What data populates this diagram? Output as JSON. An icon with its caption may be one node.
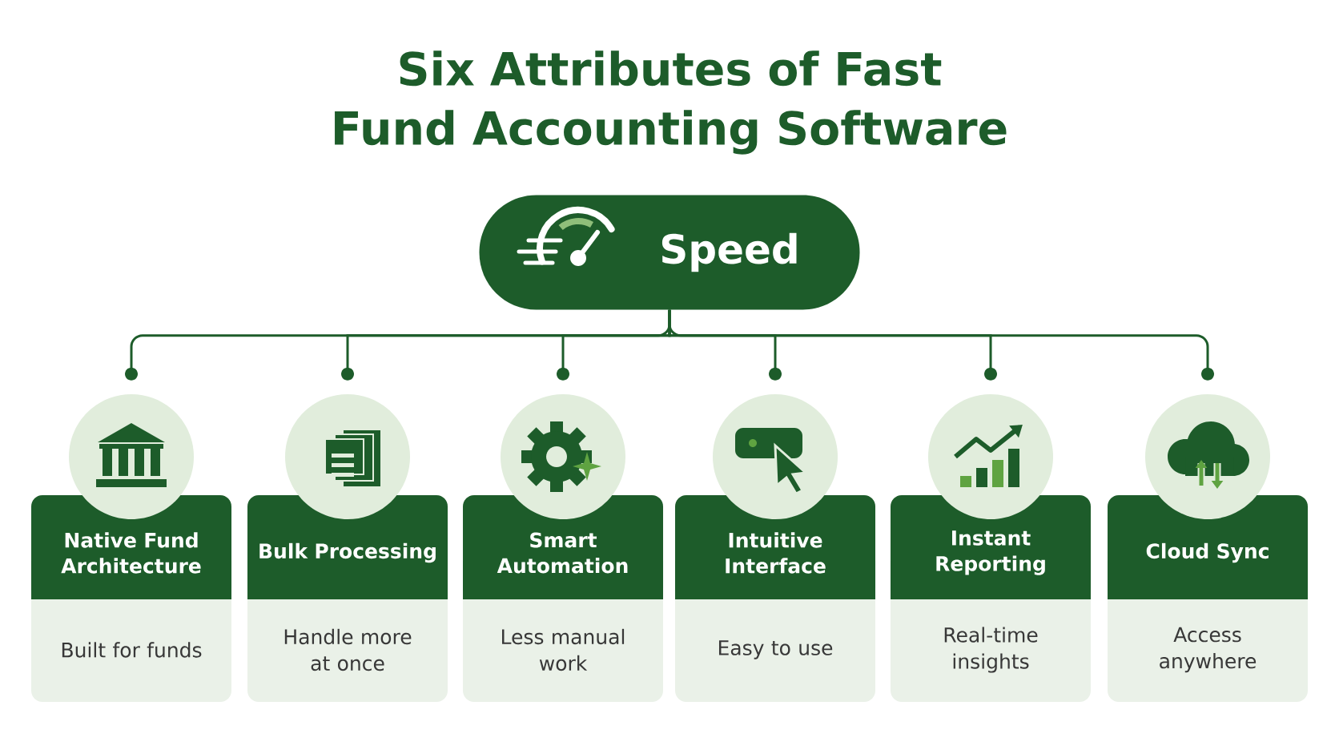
{
  "diagram": {
    "title": "Six Attributes of Fast Fund Accounting Software",
    "nodes": [
      {
        "text": [
          "Speed"
        ]
      },
      {
        "text": [],
        "shape": "circle"
      },
      {
        "text": [],
        "shape": "circle"
      },
      {
        "text": [],
        "shape": "circle"
      },
      {
        "text": [],
        "shape": "circle"
      },
      {
        "text": [],
        "shape": "circle"
      },
      {
        "text": [],
        "shape": "circle"
      },
      {
        "text": [
          "Native Fund Architecture",
          "Built for funds"
        ]
      },
      {
        "text": [
          "Bulk Processing",
          "Handle more at once"
        ]
      },
      {
        "text": [
          "Smart Automation",
          "Less manual work"
        ]
      },
      {
        "text": [
          "Intuitive Interface",
          "Easy to use"
        ]
      },
      {
        "text": [
          "Instant Reporting",
          "Real-time insights"
        ]
      },
      {
        "text": [
          "Cloud Sync",
          "Access anywhere"
        ]
      }
    ],
    "edges": [
      {
        "from": 0,
        "to": 1,
        "arrow": "other"
      },
      {
        "from": 0,
        "to": 2,
        "arrow": "other"
      },
      {
        "from": 0,
        "to": 3,
        "arrow": "other"
      },
      {
        "from": 0,
        "to": 4,
        "arrow": "other"
      },
      {
        "from": 0,
        "to": 5,
        "arrow": "other"
      },
      {
        "from": 0,
        "to": 6,
        "arrow": "other"
      }
    ]
  }
}
